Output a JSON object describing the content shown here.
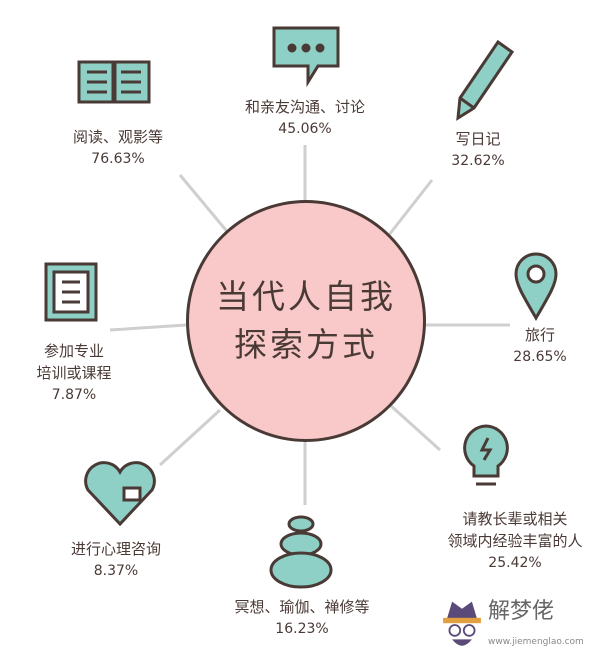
{
  "title_lines": [
    "当代人自我",
    "探索方式"
  ],
  "items": [
    {
      "label": [
        "阅读、观影等"
      ],
      "pct": "76.63%",
      "icon": "book-icon"
    },
    {
      "label": [
        "和亲友沟通、讨论"
      ],
      "pct": "45.06%",
      "icon": "chat-bubble-icon"
    },
    {
      "label": [
        "写日记"
      ],
      "pct": "32.62%",
      "icon": "pencil-icon"
    },
    {
      "label": [
        "旅行"
      ],
      "pct": "28.65%",
      "icon": "map-pin-icon"
    },
    {
      "label": [
        "请教长辈或相关",
        "领域内经验丰富的人"
      ],
      "pct": "25.42%",
      "icon": "lightbulb-icon"
    },
    {
      "label": [
        "冥想、瑜伽、禅修等"
      ],
      "pct": "16.23%",
      "icon": "stacked-stones-icon"
    },
    {
      "label": [
        "进行心理咨询"
      ],
      "pct": "8.37%",
      "icon": "heart-icon"
    },
    {
      "label": [
        "参加专业",
        "培训或课程"
      ],
      "pct": "7.87%",
      "icon": "clipboard-icon"
    }
  ],
  "watermark": {
    "name": "解梦佬",
    "url": "www.jiemenglao.com"
  },
  "colors": {
    "circle": "#f8c9c8",
    "icon": "#8ecfc6",
    "ink": "#4a3a36",
    "line": "#cfcfcf"
  }
}
